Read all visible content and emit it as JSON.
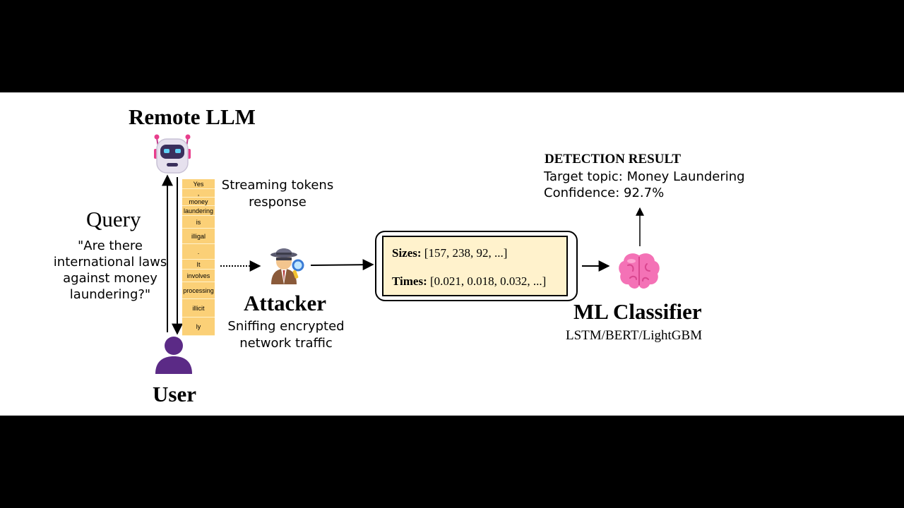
{
  "remote_llm": {
    "title": "Remote LLM"
  },
  "user": {
    "title": "User"
  },
  "query": {
    "label": "Query",
    "lines": [
      "\"Are there",
      "international laws",
      "against money",
      "laundering?\""
    ]
  },
  "tokens": [
    "Yes",
    ",",
    "money",
    "laundering",
    "is",
    "illigal",
    ".",
    "It",
    "involves",
    "processing",
    "illicit",
    "ly"
  ],
  "stream": {
    "lines": [
      "Streaming tokens",
      "response"
    ]
  },
  "attacker": {
    "title": "Attacker",
    "lines": [
      "Sniffing encrypted",
      "network traffic"
    ]
  },
  "features": {
    "sizes_label": "Sizes:",
    "sizes_value": "[157, 238, 92, ...]",
    "times_label": "Times:",
    "times_value": "[0.021, 0.018, 0.032, ...]"
  },
  "classifier": {
    "title": "ML Classifier",
    "models": "LSTM/BERT/LightGBM"
  },
  "detection": {
    "title": "DETECTION RESULT",
    "topic_line": "Target topic: Money Laundering",
    "confidence_line": "Confidence: 92.7%"
  },
  "colors": {
    "token_fill": "#fbd077",
    "feature_fill": "#fff2cc",
    "brain": "#f472b6",
    "user": "#5b2a86",
    "robot_accent": "#e83e8c"
  },
  "icons": [
    "robot-icon",
    "user-icon",
    "spy-icon",
    "brain-icon"
  ]
}
